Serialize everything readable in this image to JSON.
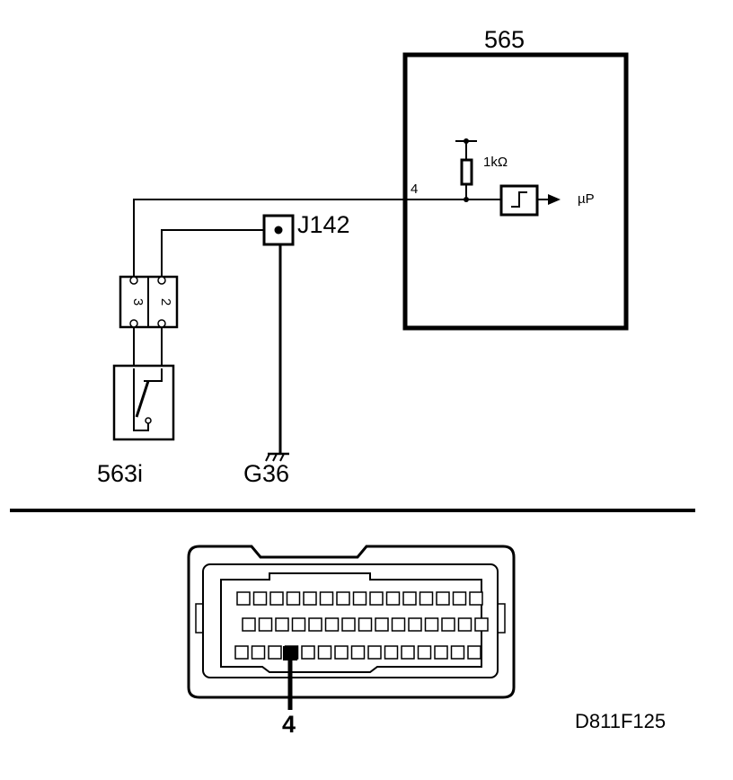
{
  "ecu": {
    "label": "565",
    "pin_label": "4",
    "resistor_label": "1kΩ",
    "output_label": "µP"
  },
  "connector_block": {
    "pin_a": "3",
    "pin_b": "2"
  },
  "junction": {
    "label": "J142"
  },
  "switch": {
    "label": "563i"
  },
  "ground": {
    "label": "G36"
  },
  "connector_view": {
    "highlighted_pin_label": "4",
    "rows": [
      [
        "",
        "",
        "",
        "",
        "",
        "",
        "",
        "",
        "",
        "",
        "",
        "",
        "",
        "",
        ""
      ],
      [
        "",
        "",
        "",
        "",
        "",
        "",
        "",
        "",
        "",
        "",
        "",
        "",
        "",
        "",
        ""
      ],
      [
        "",
        "",
        "",
        "",
        "",
        "",
        "",
        "",
        "",
        "",
        "",
        "",
        "",
        "",
        ""
      ]
    ]
  },
  "figure_ref": "D811F125",
  "colors": {
    "line": "#000000",
    "background": "#ffffff"
  }
}
